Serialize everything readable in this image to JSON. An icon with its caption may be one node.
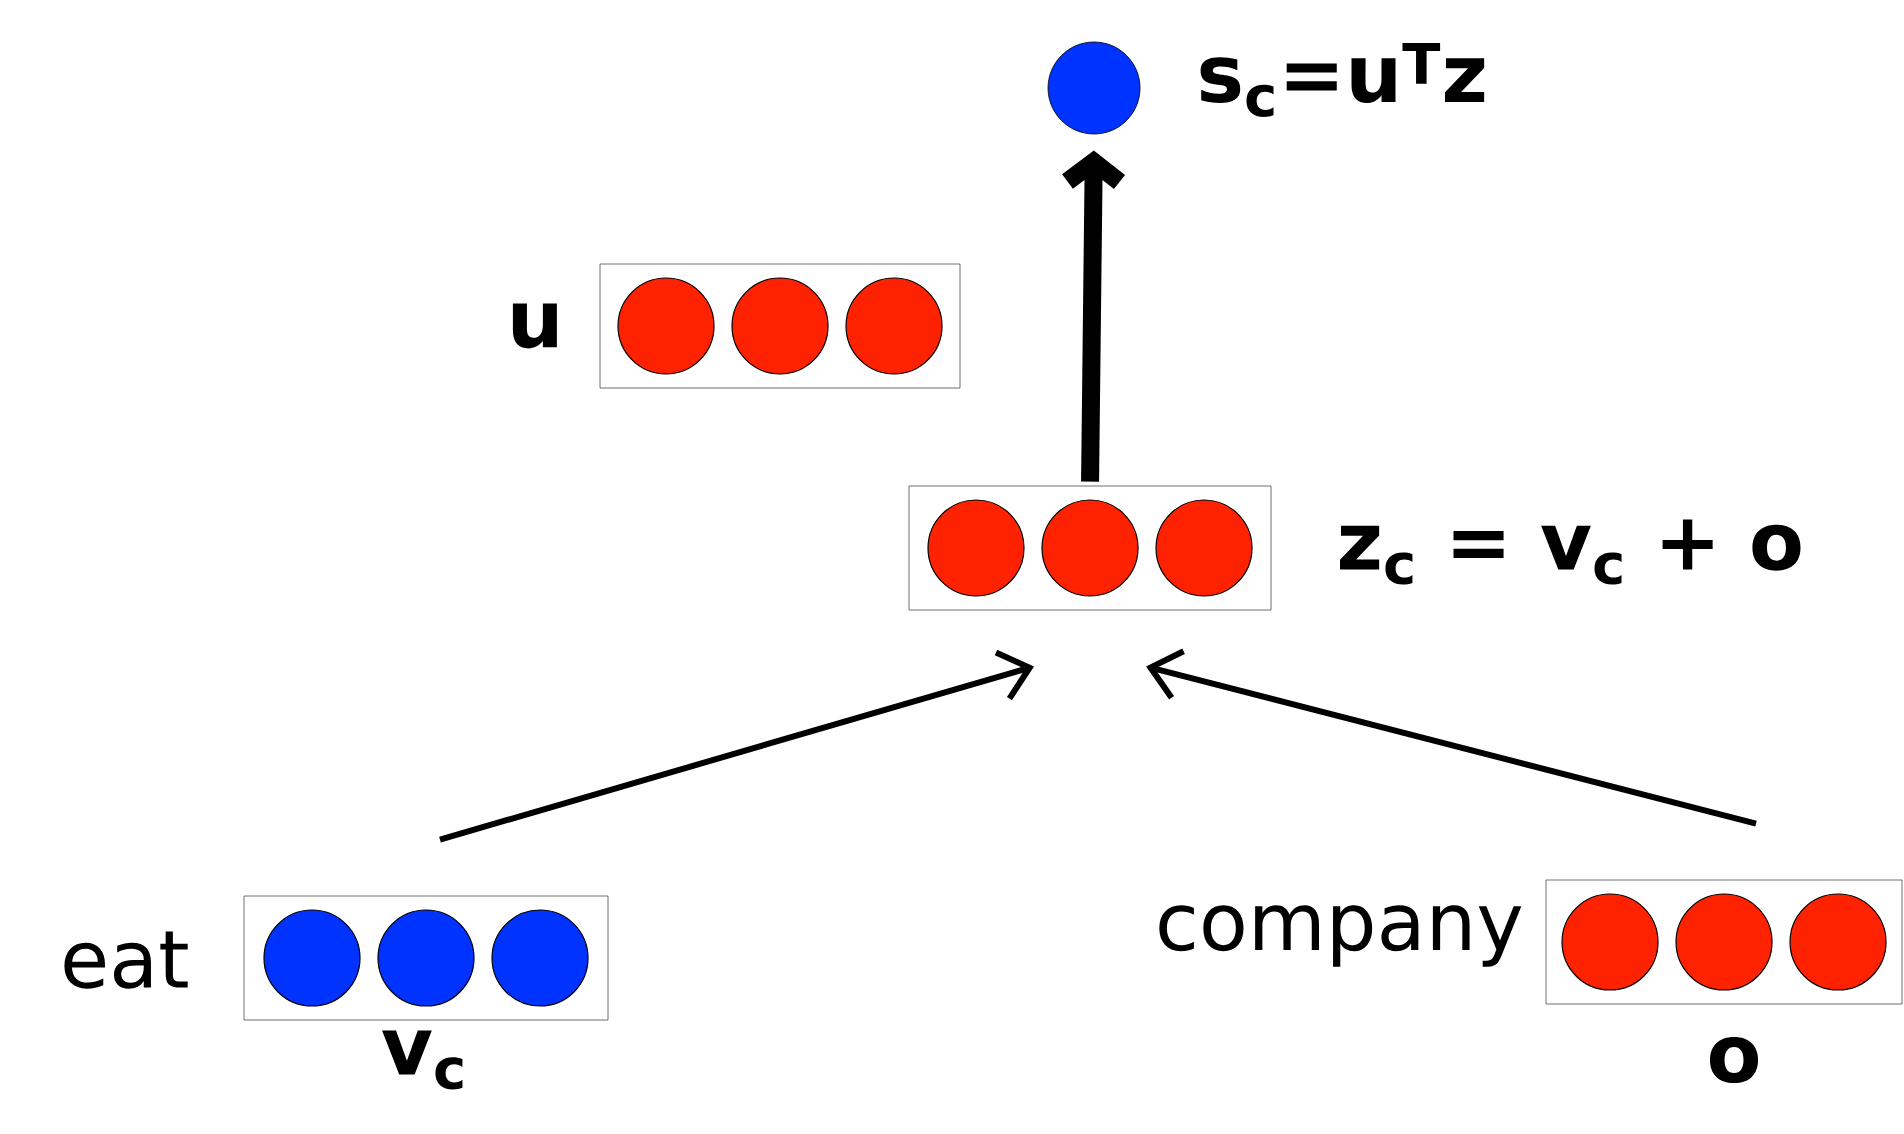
{
  "diagram": {
    "nodes": [
      {
        "text": [],
        "shape": "circle",
        "beside": [
          "s$_{c}$=u$^{T}$z"
        ]
      },
      {
        "text": [],
        "shape": "box",
        "beside": [
          "u"
        ]
      },
      {
        "text": [],
        "shape": "box",
        "beside": [
          "z$_{c}$ = v$_{c}$ + o"
        ]
      },
      {
        "text": [],
        "shape": "box",
        "beside": [
          "eat",
          "v$_{c}$"
        ]
      },
      {
        "text": [],
        "shape": "box",
        "beside": [
          "company",
          "o"
        ]
      }
    ],
    "edges": [
      {
        "from": 2,
        "to": 0,
        "arrow": "to",
        "style": "thick"
      },
      {
        "from": 3,
        "to": 2,
        "arrow": "to"
      },
      {
        "from": 4,
        "to": 2,
        "arrow": "to"
      }
    ]
  }
}
